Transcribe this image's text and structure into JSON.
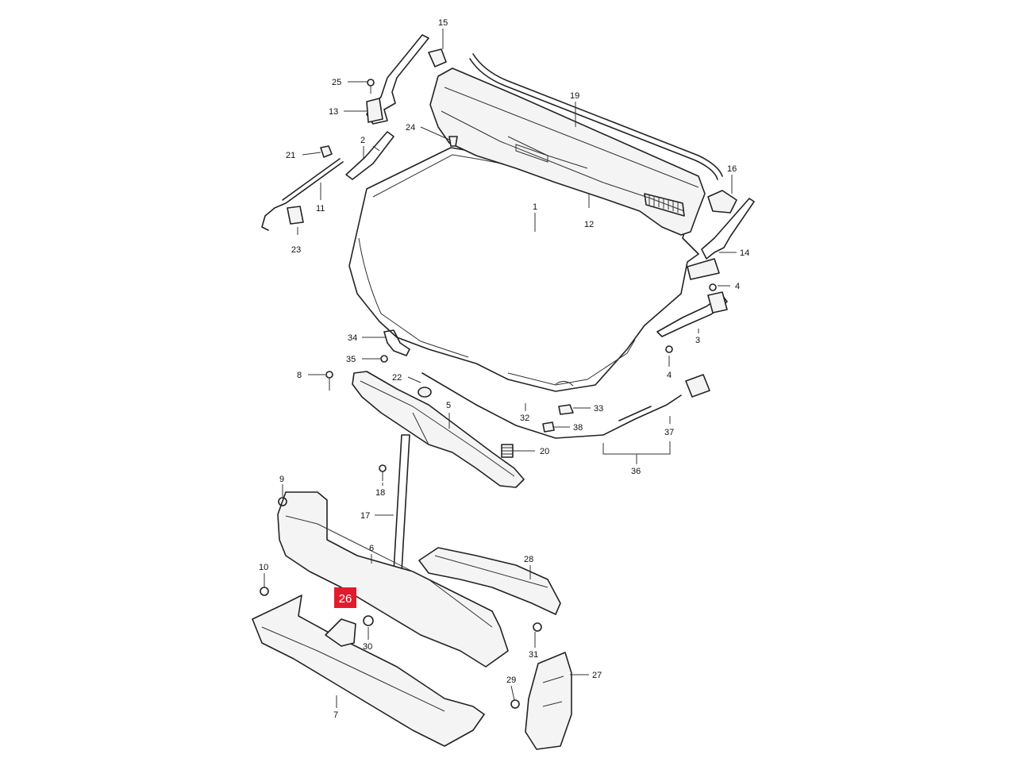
{
  "callouts": {
    "c1": "1",
    "c2": "2",
    "c3": "3",
    "c4a": "4",
    "c4b": "4",
    "c5": "5",
    "c6": "6",
    "c7": "7",
    "c8": "8",
    "c9": "9",
    "c10": "10",
    "c11": "11",
    "c12": "12",
    "c13": "13",
    "c14": "14",
    "c15": "15",
    "c16": "16",
    "c17": "17",
    "c18": "18",
    "c19": "19",
    "c20": "20",
    "c21": "21",
    "c22": "22",
    "c23": "23",
    "c24": "24",
    "c25": "25",
    "c26": "26",
    "c27": "27",
    "c28": "28",
    "c29": "29",
    "c30": "30",
    "c31": "31",
    "c32": "32",
    "c33": "33",
    "c34": "34",
    "c35": "35",
    "c36": "36",
    "c37": "37",
    "c38": "38"
  },
  "highlight": {
    "part": "26",
    "color": "#e21b2c"
  }
}
